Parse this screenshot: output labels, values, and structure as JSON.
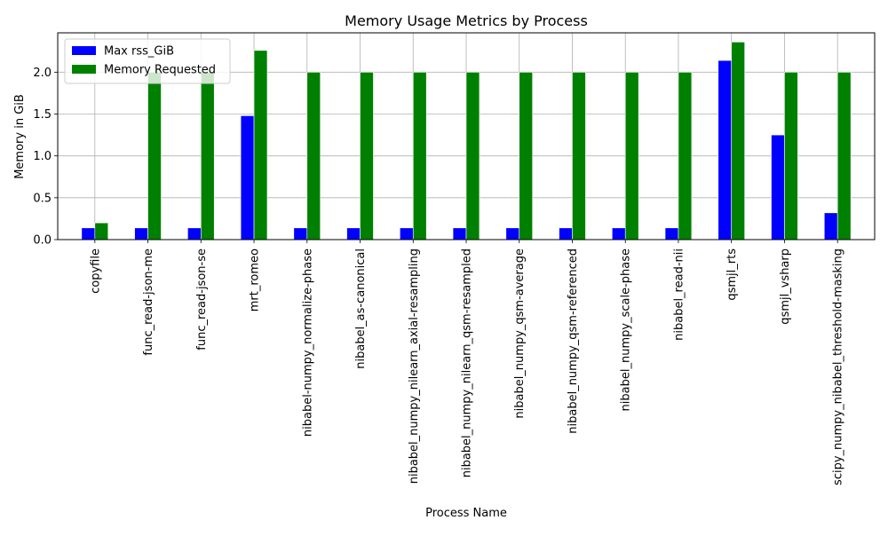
{
  "chart_data": {
    "type": "bar",
    "title": "Memory Usage Metrics by Process",
    "xlabel": "Process Name",
    "ylabel": "Memory in GiB",
    "ylim": [
      0,
      2.47
    ],
    "yticks": [
      0.0,
      0.5,
      1.0,
      1.5,
      2.0
    ],
    "ytick_labels": [
      "0.0",
      "0.5",
      "1.0",
      "1.5",
      "2.0"
    ],
    "grid": true,
    "legend_position": "upper-left",
    "categories": [
      "copyfile",
      "func_read-json-me",
      "func_read-json-se",
      "mrt_romeo",
      "nibabel-numpy_normalize-phase",
      "nibabel_as-canonical",
      "nibabel_numpy_nilearn_axial-resampling",
      "nibabel_numpy_nilearn_qsm-resampled",
      "nibabel_numpy_qsm-average",
      "nibabel_numpy_qsm-referenced",
      "nibabel_numpy_scale-phase",
      "nibabel_read-nii",
      "qsmjl_rts",
      "qsmjl_vsharp",
      "scipy_numpy_nibabel_threshold-masking"
    ],
    "series": [
      {
        "name": "Max rss_GiB",
        "color": "#0000ff",
        "values": [
          0.14,
          0.14,
          0.14,
          1.48,
          0.14,
          0.14,
          0.14,
          0.14,
          0.14,
          0.14,
          0.14,
          0.14,
          2.14,
          1.25,
          0.32
        ]
      },
      {
        "name": "Memory Requested",
        "color": "#008000",
        "values": [
          0.2,
          2.0,
          2.0,
          2.26,
          2.0,
          2.0,
          2.0,
          2.0,
          2.0,
          2.0,
          2.0,
          2.0,
          2.36,
          2.0,
          2.0
        ]
      }
    ]
  }
}
